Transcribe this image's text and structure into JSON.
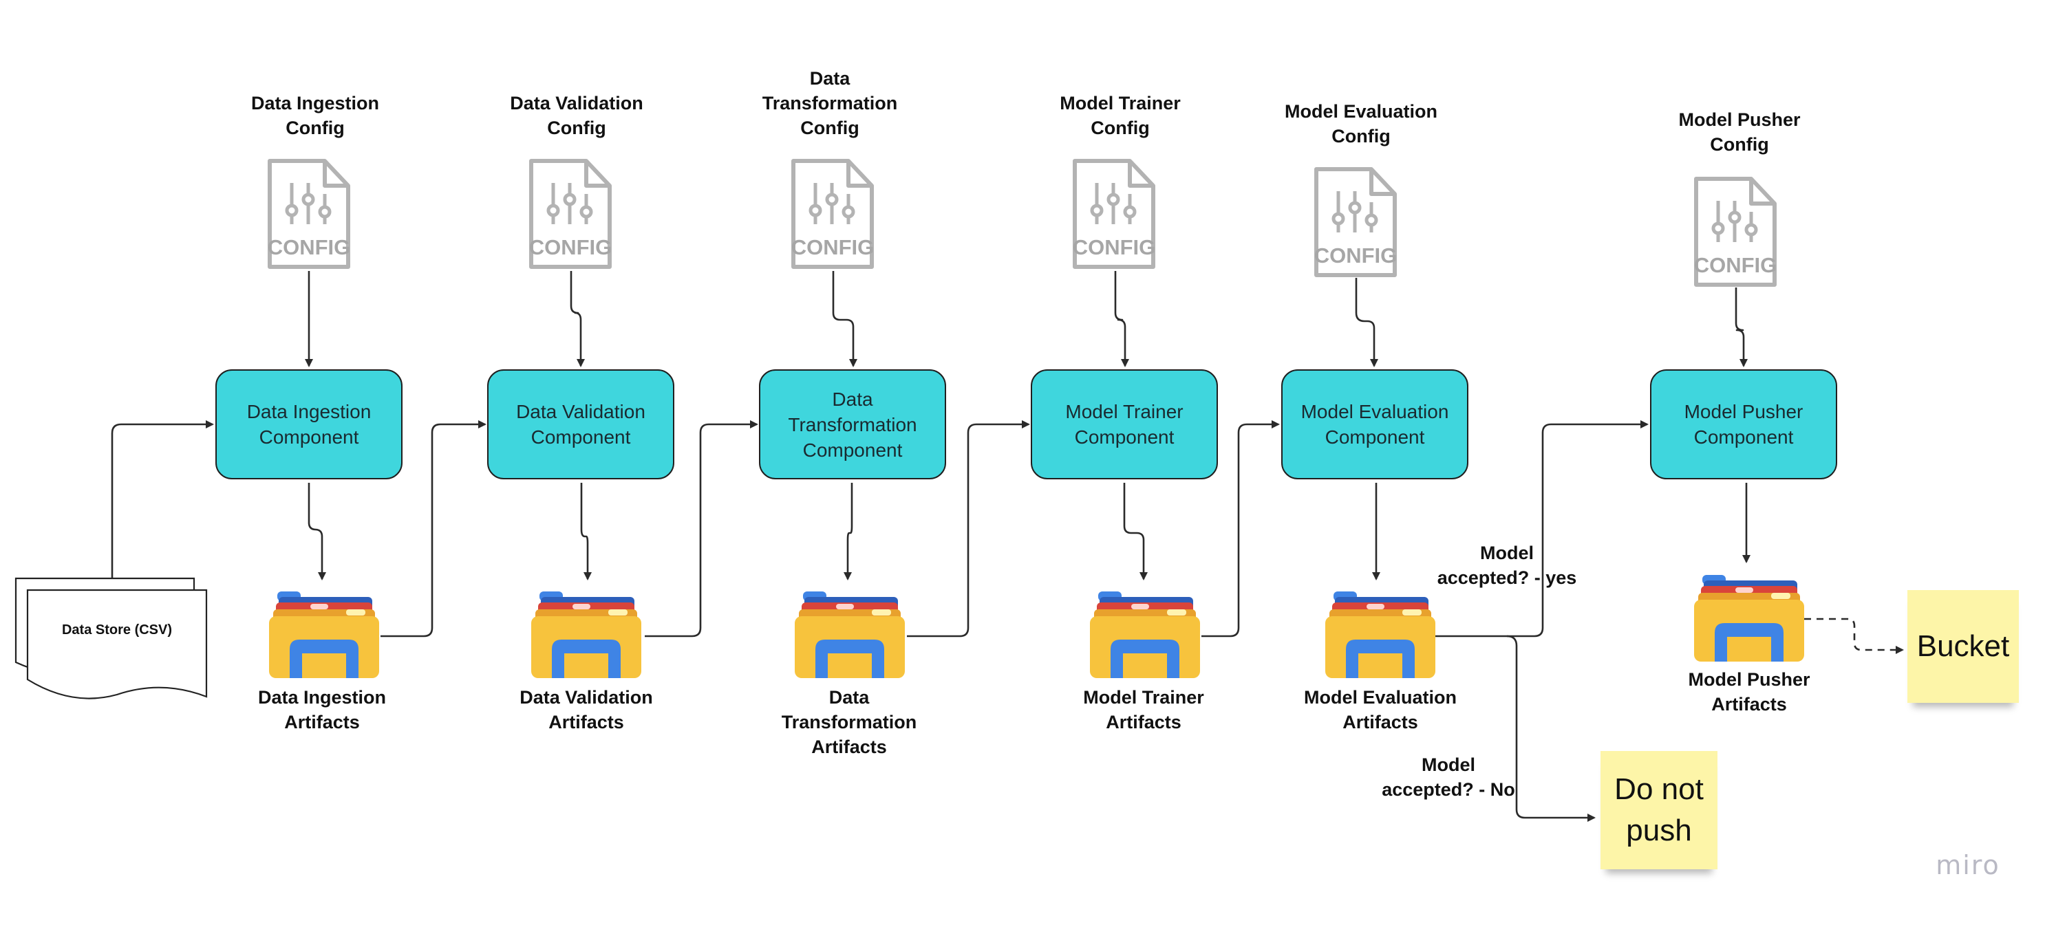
{
  "diagram": {
    "stages": [
      {
        "config_label": "Data Ingestion\nConfig",
        "component": "Data Ingestion\nComponent",
        "artifact_label": "Data Ingestion\nArtifacts"
      },
      {
        "config_label": "Data Validation\nConfig",
        "component": "Data Validation\nComponent",
        "artifact_label": "Data Validation\nArtifacts"
      },
      {
        "config_label": "Data\nTransformation\nConfig",
        "component": "Data\nTransformation\nComponent",
        "artifact_label": "Data\nTransformation\nArtifacts"
      },
      {
        "config_label": "Model Trainer\nConfig",
        "component": "Model Trainer\nComponent",
        "artifact_label": "Model Trainer\nArtifacts"
      },
      {
        "config_label": "Model Evaluation\nConfig",
        "component": "Model Evaluation\nComponent",
        "artifact_label": "Model Evaluation\nArtifacts"
      },
      {
        "config_label": "Model Pusher\nConfig",
        "component": "Model Pusher\nComponent",
        "artifact_label": "Model Pusher\nArtifacts"
      }
    ],
    "config_icon_text": "CONFIG",
    "data_store": "Data Store (CSV)",
    "edge_labels": {
      "accepted_yes": "Model\naccepted? - yes",
      "accepted_no": "Model\naccepted? - No"
    },
    "stickies": {
      "bucket": "Bucket",
      "do_not_push": "Do not\npush"
    },
    "watermark": "miro"
  },
  "colors": {
    "component_fill": "#3fd6dd",
    "sticky_fill": "#fdf5a8",
    "config_icon": "#b3b3b3",
    "folder_yellow": "#f7c33d",
    "folder_blue": "#3f84e5",
    "folder_red": "#d9443a",
    "arrow": "#2a2a2a"
  }
}
